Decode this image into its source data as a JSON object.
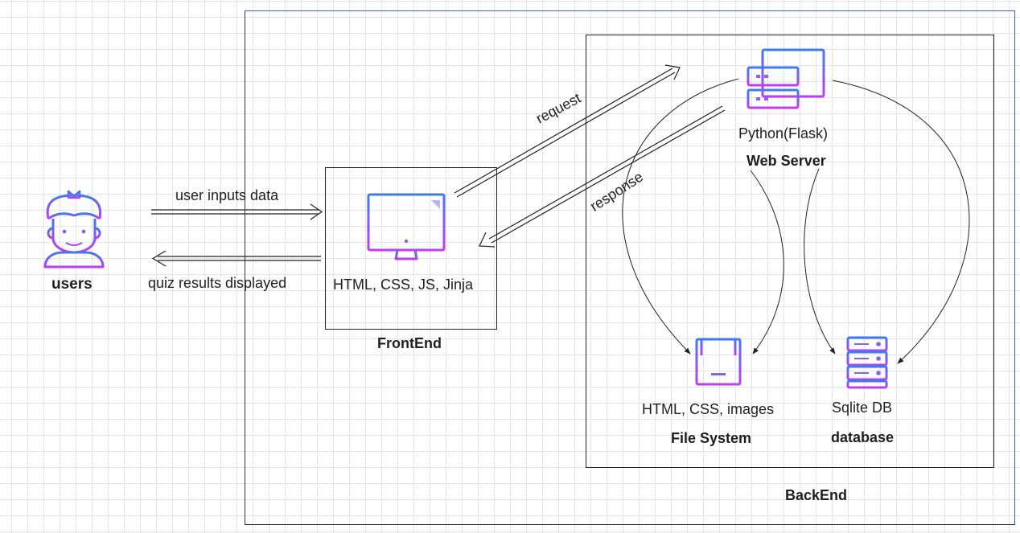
{
  "users": {
    "label": "users",
    "icon": "user-avatar-icon"
  },
  "flows": {
    "user_to_frontend": "user inputs data",
    "frontend_to_user": "quiz results displayed",
    "request": "request",
    "response": "response"
  },
  "frontend": {
    "title": "FrontEnd",
    "tech": "HTML, CSS, JS, Jinja",
    "icon": "desktop-monitor-icon"
  },
  "backend": {
    "title": "BackEnd",
    "web_server": {
      "tech": "Python(Flask)",
      "title": "Web Server",
      "icon": "web-server-icon"
    },
    "file_system": {
      "tech": "HTML, CSS, images",
      "title": "File System",
      "icon": "file-tray-icon"
    },
    "database": {
      "tech": "Sqlite DB",
      "title": "database",
      "icon": "database-server-icon"
    }
  },
  "colors": {
    "icon_gradient_top": "#3d7bf4",
    "icon_gradient_bottom": "#c13cf2",
    "line": "#222222"
  }
}
